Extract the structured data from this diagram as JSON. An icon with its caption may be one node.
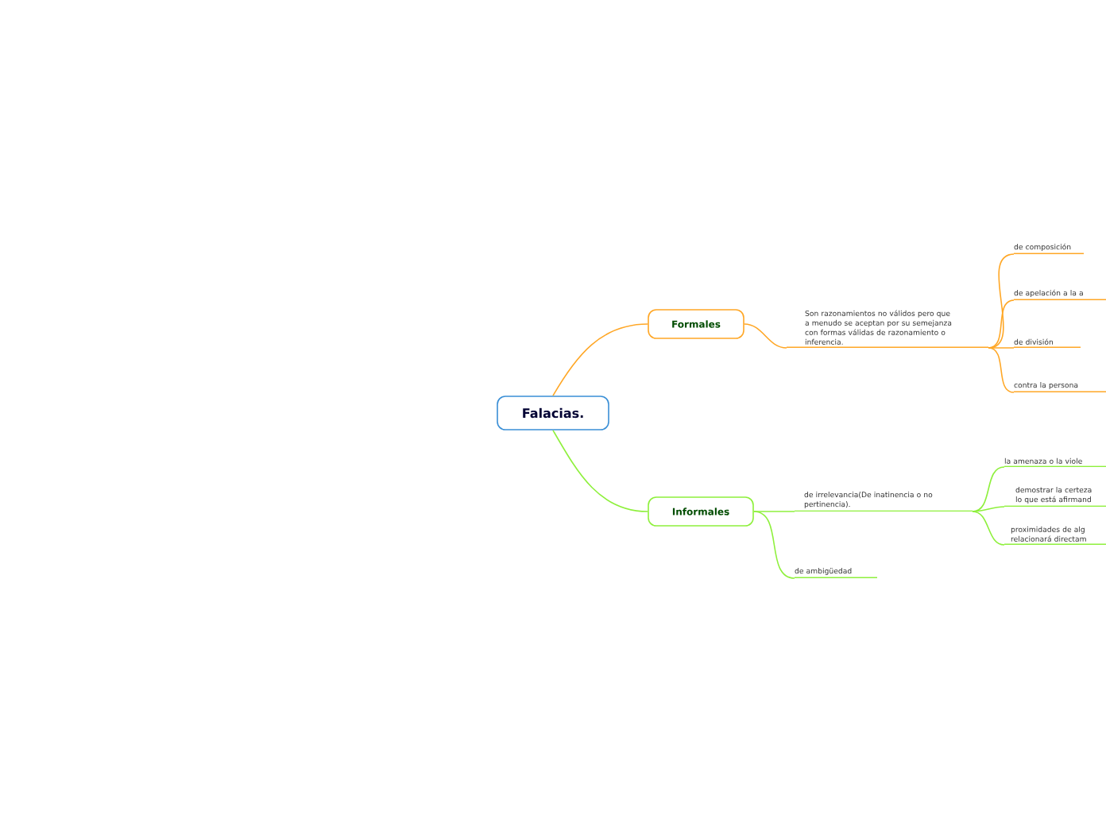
{
  "diagram": {
    "nodes": [
      {
        "text": [
          "Falacias."
        ]
      },
      {
        "text": [
          "Formales"
        ]
      },
      {
        "text": [
          "Informales"
        ]
      },
      {
        "text": [
          "Son razonamientos no válidos pero que a menudo se aceptan por su semejanza con formas válidas de razonamiento o inferencia."
        ]
      },
      {
        "text": [
          "de composición"
        ]
      },
      {
        "text": [
          "de apelación a la a"
        ]
      },
      {
        "text": [
          "de división"
        ]
      },
      {
        "text": [
          "contra la persona"
        ]
      },
      {
        "text": [
          "de irrelevancia(De inatinencia o no pertinencia)."
        ]
      },
      {
        "text": [
          "de ambigüedad"
        ]
      },
      {
        "text": [
          "la amenaza o la viole"
        ]
      },
      {
        "text": [
          "demostrar la certeza lo que está afirmand"
        ]
      },
      {
        "text": [
          "proximidades de alg relacionará directam"
        ]
      }
    ],
    "edges": [
      {
        "from": 0,
        "to": 1,
        "arrow": "none",
        "color": "#ffa726"
      },
      {
        "from": 0,
        "to": 2,
        "arrow": "none",
        "color": "#8ef03c"
      },
      {
        "from": 1,
        "to": 3,
        "arrow": "none",
        "color": "#ffa726"
      },
      {
        "from": 3,
        "to": 4,
        "arrow": "none",
        "color": "#ffa726"
      },
      {
        "from": 3,
        "to": 5,
        "arrow": "none",
        "color": "#ffa726"
      },
      {
        "from": 3,
        "to": 6,
        "arrow": "none",
        "color": "#ffa726"
      },
      {
        "from": 3,
        "to": 7,
        "arrow": "none",
        "color": "#ffa726"
      },
      {
        "from": 2,
        "to": 8,
        "arrow": "none",
        "color": "#8ef03c"
      },
      {
        "from": 2,
        "to": 9,
        "arrow": "none",
        "color": "#8ef03c"
      },
      {
        "from": 8,
        "to": 10,
        "arrow": "none",
        "color": "#8ef03c"
      },
      {
        "from": 8,
        "to": 11,
        "arrow": "none",
        "color": "#8ef03c"
      },
      {
        "from": 8,
        "to": 12,
        "arrow": "none",
        "color": "#8ef03c"
      }
    ]
  }
}
